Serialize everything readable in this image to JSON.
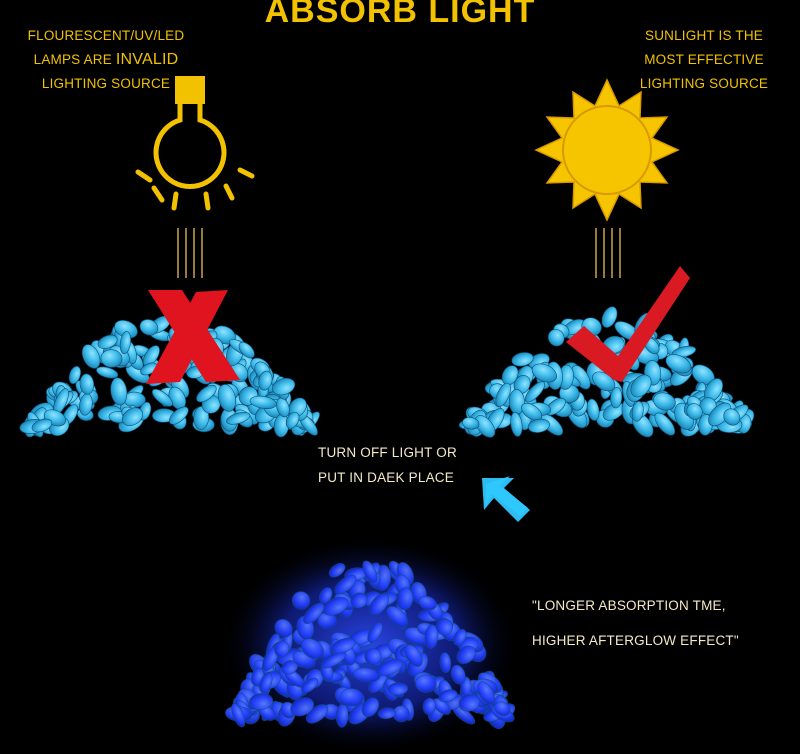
{
  "title": "ABSORB LIGHT",
  "left_note": {
    "line1": "FLOURESCENT/UV/LED",
    "line2_prefix": "LAMPS ARE ",
    "line2_emph": "INVALID",
    "line3": "LIGHTING SOURCE"
  },
  "right_note": {
    "line1": "SUNLIGHT IS THE",
    "line2": "MOST EFFECTIVE",
    "line3": "LIGHTING SOURCE"
  },
  "middle_note": {
    "line1": "TURN OFF LIGHT OR",
    "line2": "PUT IN DAEK PLACE"
  },
  "bottom_note": {
    "line1": "\"LONGER ABSORPTION TME,",
    "line2": "HIGHER AFTERGLOW EFFECT\""
  },
  "colors": {
    "text": "#f2c200",
    "stones_day": "#3ab8e8",
    "stones_glow": "#1d3cff",
    "cross": "#e0141f",
    "check": "#d91a22",
    "arrow": "#2ec8ff"
  },
  "icons": [
    "light-bulb-icon",
    "sun-icon",
    "cross-mark-icon",
    "check-mark-icon",
    "arrow-down-left-icon"
  ]
}
